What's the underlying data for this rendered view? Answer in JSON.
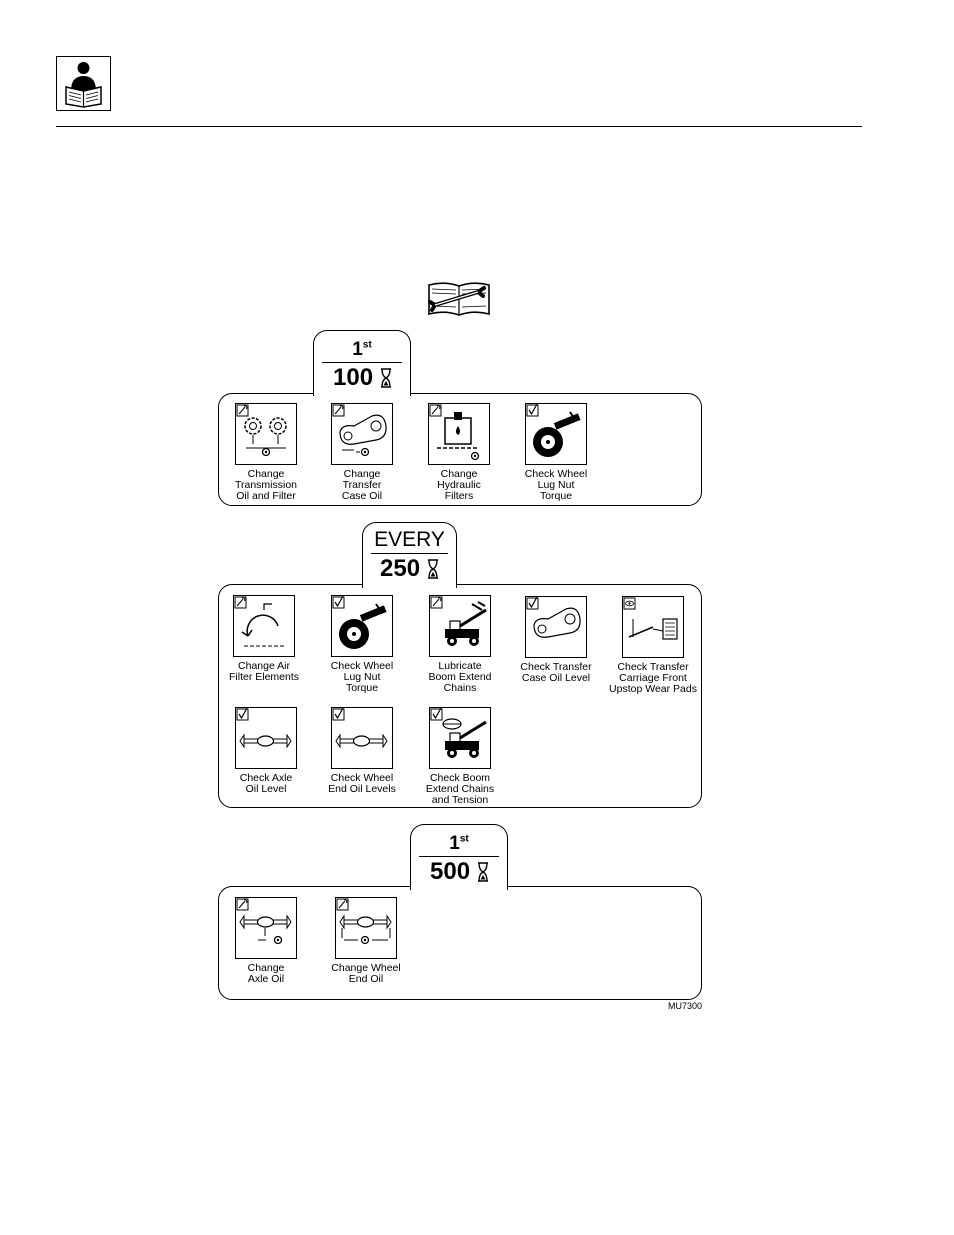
{
  "icons": {
    "header": "operator-reading-manual-icon",
    "manual": "service-manual-wrench-icon",
    "hourglass": "hourglass-icon"
  },
  "sections": [
    {
      "id": "s100",
      "prefix": "1",
      "suffix": "st",
      "hours": "100",
      "items": [
        {
          "label": "Change\nTransmission\nOil and Filter",
          "icon": "transmission-oil-filter-icon"
        },
        {
          "label": "Change\nTransfer\nCase Oil",
          "icon": "transfer-case-oil-icon"
        },
        {
          "label": "Change\nHydraulic\nFilters",
          "icon": "hydraulic-filter-icon"
        },
        {
          "label": "Check Wheel\nLug Nut\nTorque",
          "icon": "wheel-lug-nut-icon"
        }
      ]
    },
    {
      "id": "s250",
      "prefix": "EVERY",
      "suffix": "",
      "hours": "250",
      "items": [
        {
          "label": "Change Air\nFilter Elements",
          "icon": "air-filter-icon"
        },
        {
          "label": "Check Wheel\nLug Nut\nTorque",
          "icon": "wheel-lug-nut-icon"
        },
        {
          "label": "Lubricate\nBoom Extend\nChains",
          "icon": "boom-chain-lube-icon"
        },
        {
          "label": "Check Transfer\nCase Oil Level",
          "icon": "transfer-case-level-icon"
        },
        {
          "label": "Check Transfer\nCarriage Front\nUpstop Wear Pads",
          "icon": "carriage-wear-pad-icon"
        },
        {
          "label": "Check Axle\nOil Level",
          "icon": "axle-oil-level-icon"
        },
        {
          "label": "Check Wheel\nEnd Oil Levels",
          "icon": "wheel-end-oil-icon"
        },
        {
          "label": "Check Boom\nExtend Chains\nand Tension",
          "icon": "boom-chain-tension-icon"
        }
      ]
    },
    {
      "id": "s500",
      "prefix": "1",
      "suffix": "st",
      "hours": "500",
      "items": [
        {
          "label": "Change\nAxle Oil",
          "icon": "axle-oil-change-icon"
        },
        {
          "label": "Change Wheel\nEnd Oil",
          "icon": "wheel-end-oil-change-icon"
        }
      ]
    }
  ],
  "figure_code": "MU7300"
}
